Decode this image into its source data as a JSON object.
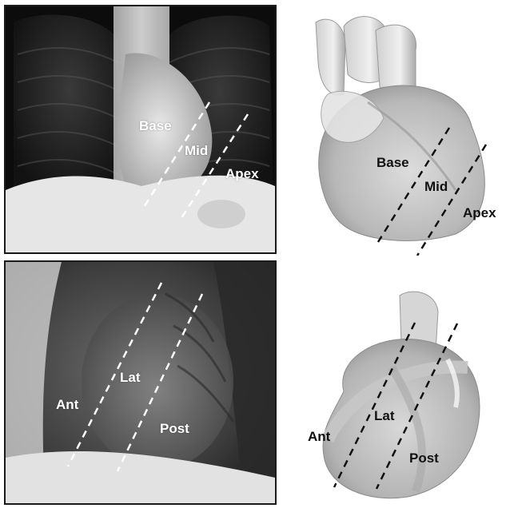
{
  "panels": {
    "frontal_xray": {
      "base": "Base",
      "mid": "Mid",
      "apex": "Apex"
    },
    "frontal_heart": {
      "base": "Base",
      "mid": "Mid",
      "apex": "Apex"
    },
    "lateral_xray": {
      "ant": "Ant",
      "lat": "Lat",
      "post": "Post"
    },
    "lateral_heart": {
      "ant": "Ant",
      "lat": "Lat",
      "post": "Post"
    }
  },
  "colors": {
    "xray_label": "#ffffff",
    "heart_label": "#111111",
    "xray_dash": "#ffffff",
    "heart_dash": "#111111"
  }
}
